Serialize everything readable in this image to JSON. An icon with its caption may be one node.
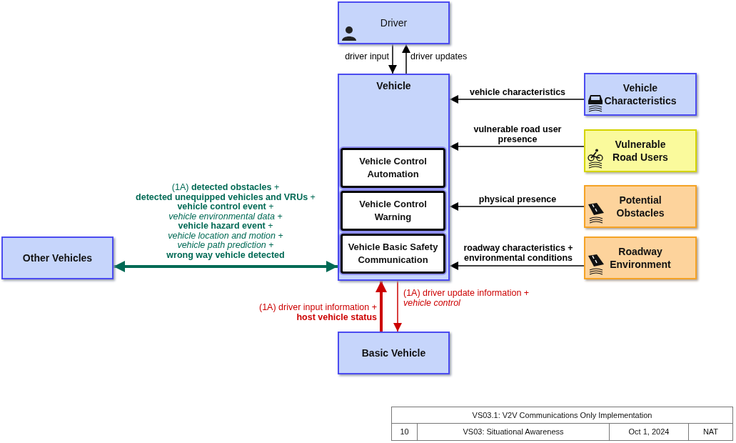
{
  "diagram": {
    "nodes": [
      {
        "text": [
          "Driver"
        ]
      },
      {
        "text": [
          "Vehicle"
        ]
      },
      {
        "text": [
          "Vehicle Control Automation"
        ],
        "in": 1
      },
      {
        "text": [
          "Vehicle Control Warning"
        ],
        "in": 1
      },
      {
        "text": [
          "Vehicle Basic Safety Communication"
        ],
        "in": 1
      },
      {
        "text": [
          "Vehicle Characteristics"
        ]
      },
      {
        "text": [
          "Vulnerable Road Users"
        ]
      },
      {
        "text": [
          "Potential Obstacles"
        ]
      },
      {
        "text": [
          "Roadway Environment"
        ]
      },
      {
        "text": [
          "Other Vehicles"
        ]
      },
      {
        "text": [
          "Basic Vehicle"
        ]
      }
    ],
    "edges": [
      {
        "from": 0,
        "to": 1,
        "arrow": "to",
        "label": "driver input"
      },
      {
        "from": 1,
        "to": 0,
        "arrow": "to",
        "label": "driver updates"
      },
      {
        "from": 5,
        "to": 1,
        "arrow": "to",
        "label": "vehicle characteristics"
      },
      {
        "from": 6,
        "to": 1,
        "arrow": "to",
        "label": "vulnerable road user presence"
      },
      {
        "from": 7,
        "to": 1,
        "arrow": "to",
        "label": "physical presence"
      },
      {
        "from": 8,
        "to": 1,
        "arrow": "to",
        "label": "roadway characteristics + environmental conditions"
      },
      {
        "from": 9,
        "to": 1,
        "arrow": "both",
        "style": "thick",
        "color": "#006a55",
        "label": "(1A) **detected obstacles** + **detected unequipped vehicles and VRUs** + **vehicle control event** + *vehicle environmental data* + **vehicle hazard event** + *vehicle location and motion* + *vehicle path prediction* + **wrong way vehicle detected**"
      },
      {
        "from": 10,
        "to": 1,
        "arrow": "to",
        "style": "thick",
        "color": "#cc0000",
        "label": "(1A) driver input information + **host vehicle status**"
      },
      {
        "from": 1,
        "to": 10,
        "arrow": "to",
        "color": "#cc0000",
        "label": "(1A) driver update information + *vehicle control*"
      }
    ],
    "labels": [
      "VS03.1: V2V Communications Only Implementation",
      "10",
      "VS03: Situational Awareness",
      "Oct 1, 2024",
      "NAT"
    ]
  }
}
